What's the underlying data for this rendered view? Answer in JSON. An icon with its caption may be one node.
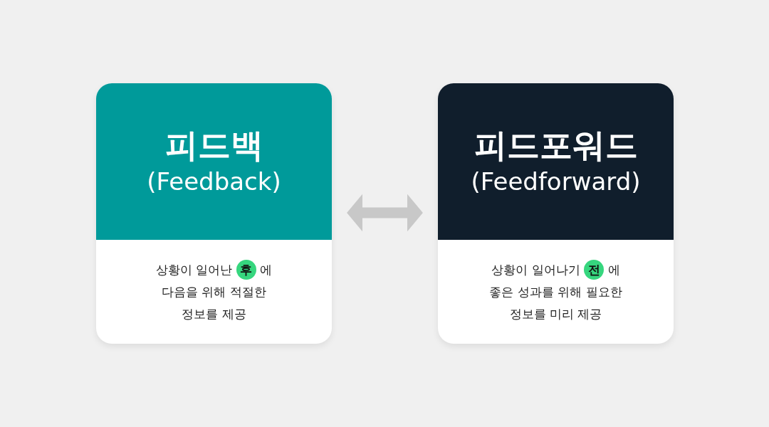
{
  "diagram": {
    "nodes": [
      {
        "text": [
          "피드백",
          "(Feedback)",
          "상황이 일어난 **후** 에 다음을 위해 적절한 정보를 제공"
        ]
      },
      {
        "text": [
          "피드포워드",
          "(Feedforward)",
          "상황이 일어나기 **전** 에 좋은 성과를 위해 필요한 정보를 미리 제공"
        ]
      }
    ],
    "edges": [
      {
        "from": 0,
        "to": 1,
        "arrow": "both"
      }
    ]
  }
}
